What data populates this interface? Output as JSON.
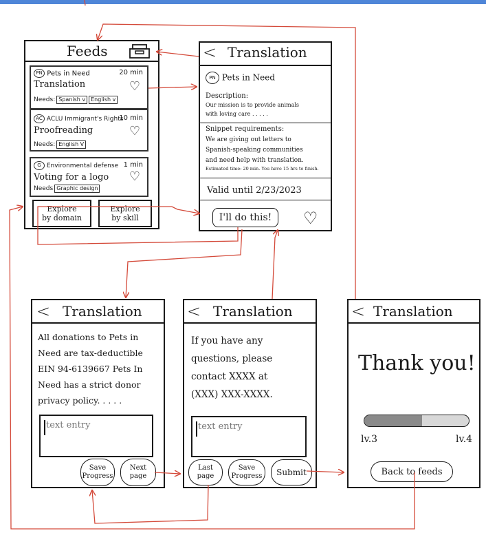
{
  "colors": {
    "flow_arrow": "#d44a3a",
    "ink": "#1a1a1a",
    "top_bar": "#4f86d8",
    "placeholder": "#777777"
  },
  "feeds": {
    "title": "Feeds",
    "inbox_icon": "inbox-tray-icon",
    "cards": [
      {
        "logo": "PN",
        "org": "Pets in Need",
        "time": "20 min",
        "task": "Translation",
        "needs_label": "Needs:",
        "tags": [
          "Spanish v",
          "English v"
        ]
      },
      {
        "logo": "AC",
        "org": "ACLU Immigrant's Rights",
        "time": "10 min",
        "task": "Proofreading",
        "needs_label": "Needs:",
        "tags": [
          "English V"
        ]
      },
      {
        "logo": "G",
        "org": "Environmental defense",
        "time": "1 min",
        "task": "Voting for a logo",
        "needs_label": "Needs",
        "tags": [
          "Graphic design"
        ]
      }
    ],
    "explore_domain": [
      "Explore",
      "by domain"
    ],
    "explore_skill": [
      "Explore",
      "by skill"
    ]
  },
  "detail": {
    "back": "<",
    "title": "Translation",
    "logo": "PN",
    "org": "Pets in Need",
    "description_label": "Description:",
    "description": [
      "Our mission is to provide animals",
      "with loving care . . . . ."
    ],
    "snippet_label": "Snippet requirements:",
    "snippet": [
      "We are giving out letters to",
      "Spanish-speaking communities",
      "and need help with translation.",
      "Estimated time: 20 min. You have 15 hrs to finish."
    ],
    "valid_until": "Valid until 2/23/2023",
    "cta": "I'll do this!"
  },
  "page1": {
    "back": "<",
    "title": "Translation",
    "text": [
      "All donations to Pets in",
      "Need are tax-deductible",
      "EIN 94-6139667 Pets In",
      "Need has a strict donor",
      "privacy policy. . . . ."
    ],
    "entry_placeholder": "text entry",
    "save": [
      "Save",
      "Progress"
    ],
    "next": [
      "Next",
      "page"
    ]
  },
  "page2": {
    "back": "<",
    "title": "Translation",
    "text": [
      "If you have any",
      "questions, please",
      "contact XXXX at",
      "(XXX) XXX-XXXX."
    ],
    "entry_placeholder": "text entry",
    "last": [
      "Last",
      "page"
    ],
    "save": [
      "Save",
      "Progress"
    ],
    "submit": "Submit"
  },
  "thanks": {
    "back": "<",
    "title": "Translation",
    "message": "Thank you!",
    "level_from": "lv.3",
    "level_to": "lv.4",
    "progress_fraction": 0.55,
    "back_to_feeds": "Back to feeds"
  }
}
